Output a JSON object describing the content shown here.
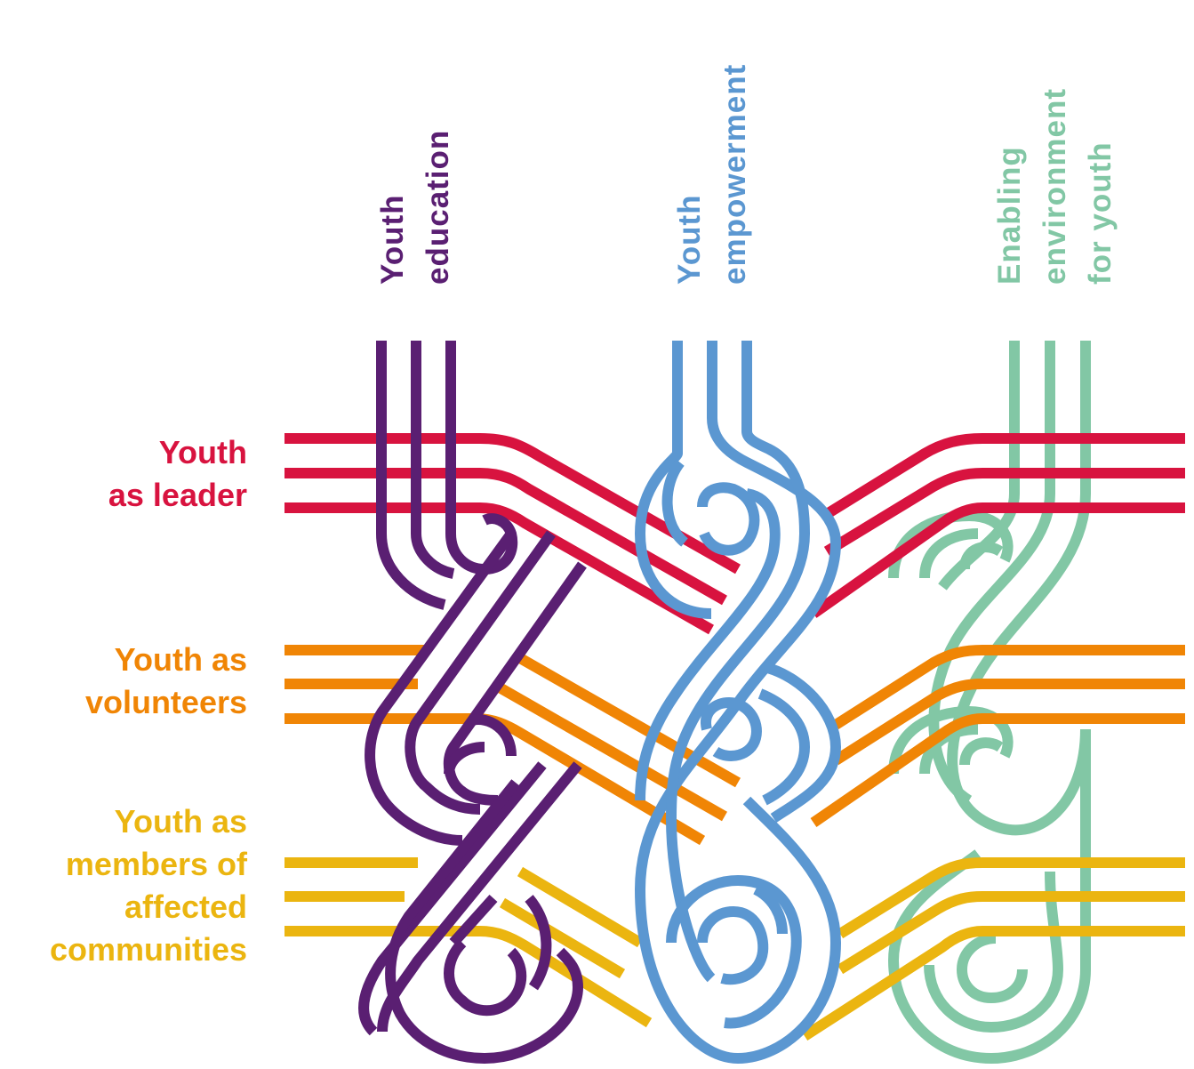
{
  "column_labels": [
    {
      "lines": [
        "Youth",
        "education"
      ],
      "color": "#5a1f72"
    },
    {
      "lines": [
        "Youth",
        "empowerment"
      ],
      "color": "#5b97d1"
    },
    {
      "lines": [
        "Enabling",
        "environment",
        "for youth"
      ],
      "color": "#82c7a5"
    }
  ],
  "row_labels": [
    {
      "lines": [
        "Youth",
        "as leader"
      ],
      "color": "#d8133f"
    },
    {
      "lines": [
        "Youth as",
        "volunteers"
      ],
      "color": "#f08505"
    },
    {
      "lines": [
        "Youth as",
        "members of",
        "affected",
        "communities"
      ],
      "color": "#ebb510"
    }
  ]
}
